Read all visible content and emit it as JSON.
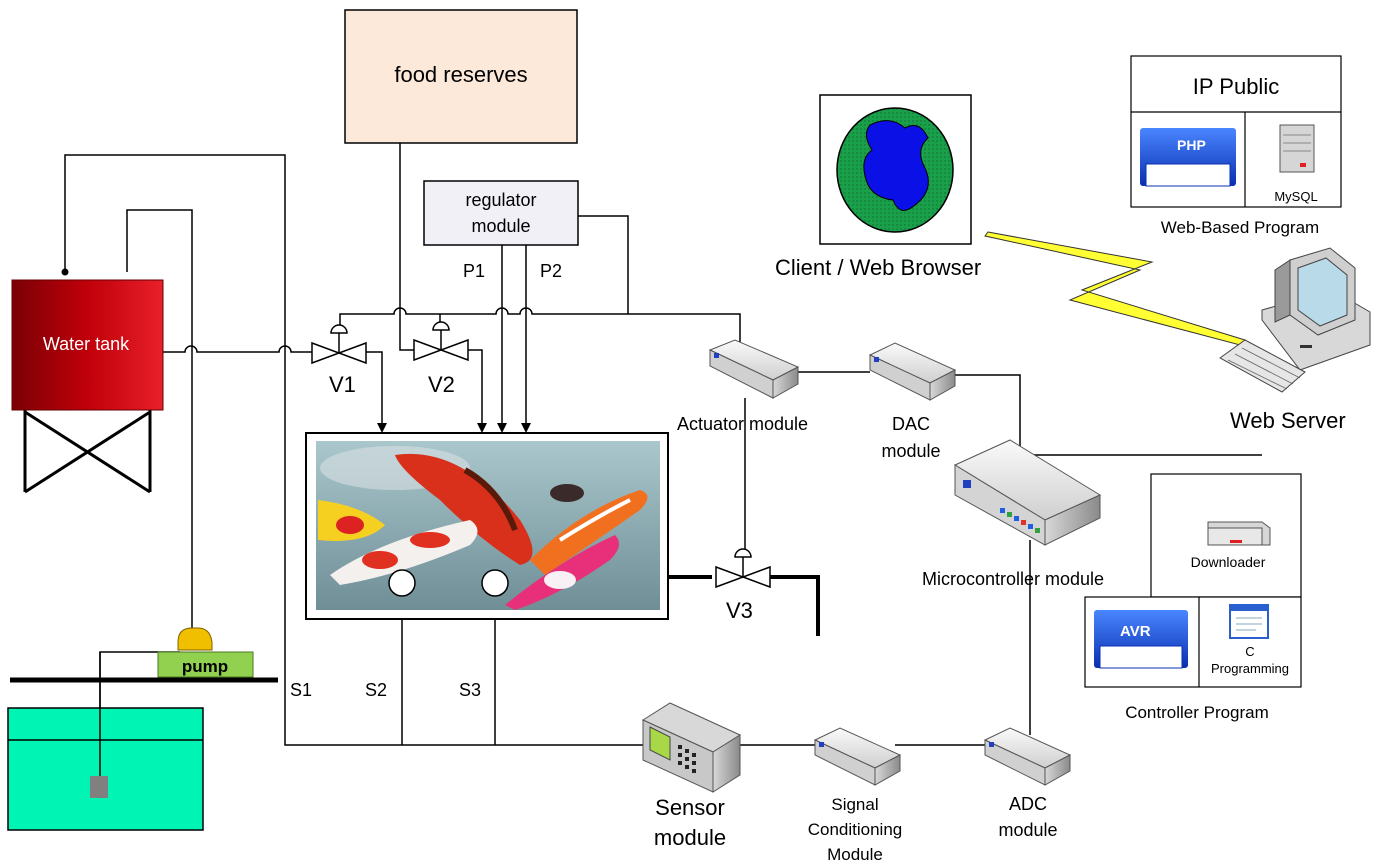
{
  "labels": {
    "food_reserves": "food reserves",
    "regulator": [
      "regulator",
      "module"
    ],
    "p1": "P1",
    "p2": "P2",
    "water_tank": "Water tank",
    "v1": "V1",
    "v2": "V2",
    "v3": "V3",
    "pump": "pump",
    "s1": "S1",
    "s2": "S2",
    "s3": "S3",
    "actuator": "Actuator module",
    "dac": [
      "DAC",
      "module"
    ],
    "microcontroller": "Microcontroller module",
    "sensor": [
      "Sensor",
      "module"
    ],
    "signal": [
      "Signal",
      "Conditioning",
      "Module"
    ],
    "adc": [
      "ADC",
      "module"
    ],
    "client": "Client / Web Browser",
    "web_server": "Web Server",
    "ip_public": "IP Public",
    "php": "PHP",
    "mysql": "MySQL",
    "web_program": "Web-Based Program",
    "downloader": "Downloader",
    "avr": "AVR",
    "c_programming": [
      "C",
      "Programming"
    ],
    "controller_program": "Controller Program"
  },
  "colors": {
    "tank_red": "#c0000a",
    "water_green": "#00f5b4",
    "food_box": "#fde9d9",
    "regulator_box": "#f2f0f7",
    "globe_green": "#1aa04a",
    "globe_land": "#0a10e6",
    "lightning": "#ffff33",
    "chip_blue": "#1450e0",
    "pump_green": "#92d050",
    "pump_yellow": "#f0c000"
  },
  "icons": [
    "globe-icon",
    "computer-icon",
    "php-chip-icon",
    "mysql-server-icon",
    "downloader-device-icon",
    "avr-chip-icon",
    "c-editor-icon",
    "valve-icon",
    "module-box-icon",
    "sensor-device-icon",
    "fish-photo"
  ]
}
